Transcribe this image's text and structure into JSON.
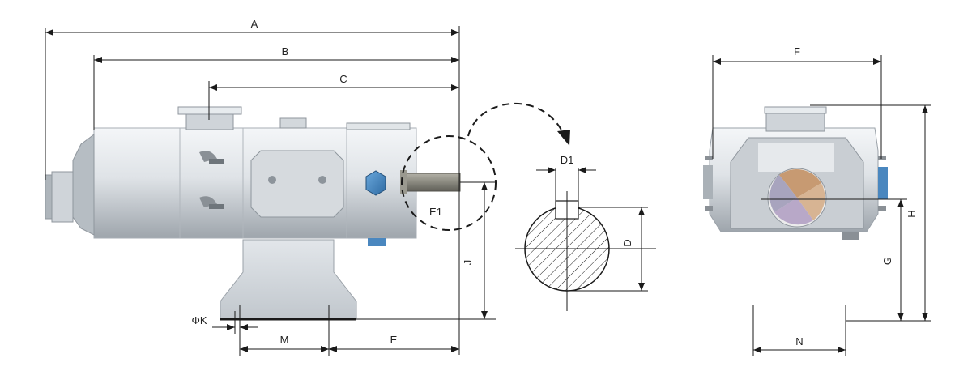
{
  "labels": {
    "A": "A",
    "B": "B",
    "C": "C",
    "D": "D",
    "D1": "D1",
    "E": "E",
    "E1": "E1",
    "F": "F",
    "G": "G",
    "H": "H",
    "J": "J",
    "K": "ΦK",
    "M": "M",
    "N": "N"
  },
  "colors": {
    "body_light": "#e4e8ec",
    "body_mid": "#c7ccd2",
    "body_dark": "#8d949b",
    "accent_blue": "#3f7fb8",
    "shaft": "#8b8a80",
    "line": "#1a1a1a"
  }
}
